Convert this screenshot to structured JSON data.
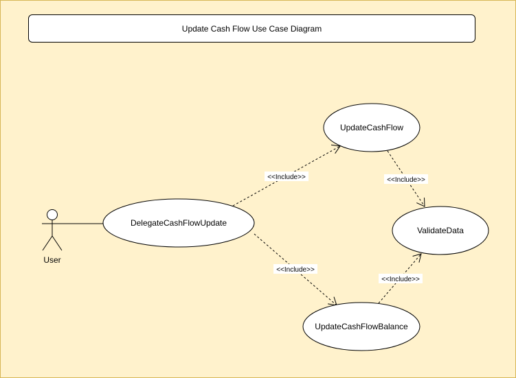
{
  "title": "Update Cash Flow Use Case Diagram",
  "actor": {
    "label": "User"
  },
  "use_cases": {
    "delegate": "DelegateCashFlowUpdate",
    "update": "UpdateCashFlow",
    "validate": "ValidateData",
    "balance": "UpdateCashFlowBalance"
  },
  "relations": {
    "delegate_update": "<<Include>>",
    "delegate_balance": "<<Include>>",
    "update_validate": "<<Include>>",
    "balance_validate": "<<Include>>"
  },
  "colors": {
    "background": "#fff2cc",
    "border": "#d6b656",
    "shape_fill": "#ffffff",
    "stroke": "#000000"
  }
}
